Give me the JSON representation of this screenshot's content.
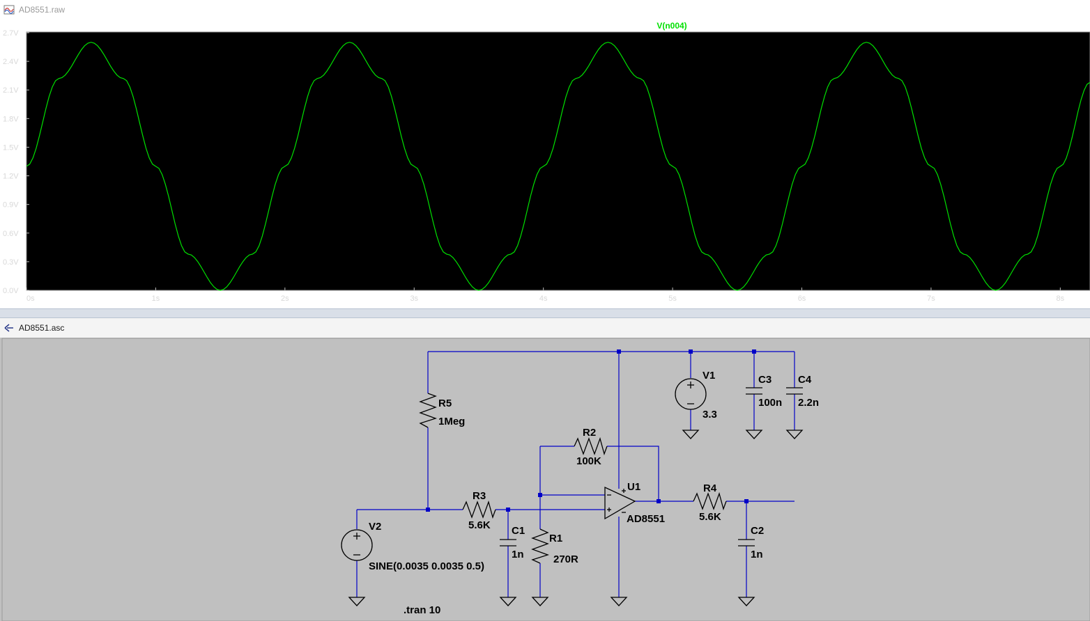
{
  "plot_window": {
    "title": "AD8551.raw",
    "trace_name": "V(n004)",
    "trace_color": "#00e000"
  },
  "schematic_window": {
    "title": "AD8551.asc",
    "wire_color": "#0000c8",
    "background": "#c0c0c0"
  },
  "chart_data": {
    "type": "line",
    "title": "",
    "xlabel": "",
    "ylabel": "",
    "xlim": [
      0,
      8.23
    ],
    "ylim": [
      0,
      2.7
    ],
    "grid": false,
    "x_ticks": [
      {
        "value": 0,
        "label": "0s"
      },
      {
        "value": 1,
        "label": "1s"
      },
      {
        "value": 2,
        "label": "2s"
      },
      {
        "value": 3,
        "label": "3s"
      },
      {
        "value": 4,
        "label": "4s"
      },
      {
        "value": 5,
        "label": "5s"
      },
      {
        "value": 6,
        "label": "6s"
      },
      {
        "value": 7,
        "label": "7s"
      },
      {
        "value": 8,
        "label": "8s"
      }
    ],
    "y_ticks": [
      {
        "value": 0.0,
        "label": "0.0V"
      },
      {
        "value": 0.3,
        "label": "0.3V"
      },
      {
        "value": 0.6,
        "label": "0.6V"
      },
      {
        "value": 0.9,
        "label": "0.9V"
      },
      {
        "value": 1.2,
        "label": "1.2V"
      },
      {
        "value": 1.5,
        "label": "1.5V"
      },
      {
        "value": 1.8,
        "label": "1.8V"
      },
      {
        "value": 2.1,
        "label": "2.1V"
      },
      {
        "value": 2.4,
        "label": "2.4V"
      },
      {
        "value": 2.7,
        "label": "2.7V"
      }
    ],
    "series": [
      {
        "name": "V(n004)",
        "color": "#00e000",
        "x": [
          0,
          0.25,
          0.5,
          0.75,
          1.0,
          1.25,
          1.5,
          1.75,
          2.0,
          2.25,
          2.5,
          2.75,
          3.0,
          3.25,
          3.5,
          3.75,
          4.0,
          4.25,
          4.5,
          4.75,
          5.0,
          5.25,
          5.5,
          5.75,
          6.0,
          6.25,
          6.5,
          6.75,
          7.0,
          7.25,
          7.5,
          7.75,
          8.0,
          8.23
        ],
        "y": [
          1.3,
          2.22,
          2.6,
          2.22,
          1.3,
          0.38,
          0.0,
          0.38,
          1.3,
          2.22,
          2.6,
          2.22,
          1.3,
          0.38,
          0.0,
          0.38,
          1.3,
          2.22,
          2.6,
          2.22,
          1.3,
          0.38,
          0.0,
          0.38,
          1.3,
          2.22,
          2.6,
          2.22,
          1.3,
          0.38,
          0.0,
          0.38,
          1.3,
          2.18
        ]
      }
    ]
  },
  "components": {
    "V1": {
      "name": "V1",
      "value": "3.3"
    },
    "V2": {
      "name": "V2",
      "value": "SINE(0.0035 0.0035 0.5)"
    },
    "R1": {
      "name": "R1",
      "value": "270R"
    },
    "R2": {
      "name": "R2",
      "value": "100K"
    },
    "R3": {
      "name": "R3",
      "value": "5.6K"
    },
    "R4": {
      "name": "R4",
      "value": "5.6K"
    },
    "R5": {
      "name": "R5",
      "value": "1Meg"
    },
    "C1": {
      "name": "C1",
      "value": "1n"
    },
    "C2": {
      "name": "C2",
      "value": "1n"
    },
    "C3": {
      "name": "C3",
      "value": "100n"
    },
    "C4": {
      "name": "C4",
      "value": "2.2n"
    },
    "U1": {
      "name": "U1",
      "value": "AD8551"
    }
  },
  "directive": ".tran 10"
}
